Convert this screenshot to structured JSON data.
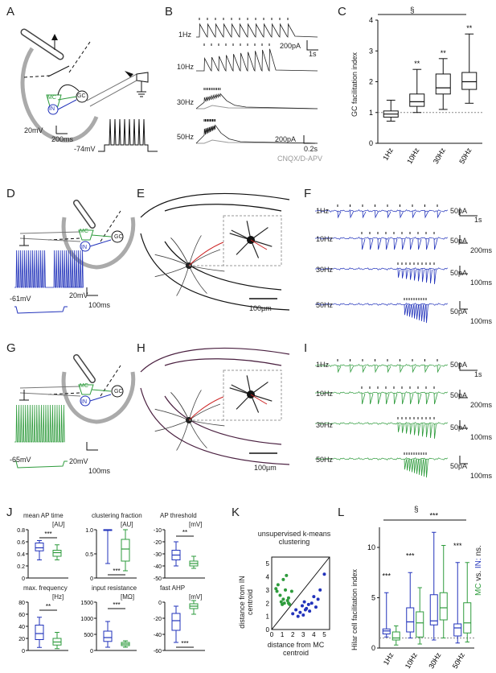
{
  "panels": {
    "A": "A",
    "B": "B",
    "C": "C",
    "D": "D",
    "E": "E",
    "F": "F",
    "G": "G",
    "H": "H",
    "I": "I",
    "J": "J",
    "K": "K",
    "L": "L"
  },
  "cells": {
    "mc": "MC",
    "in": "IN",
    "gc": "GC"
  },
  "colors": {
    "mc": "#2e9b3c",
    "in": "#2233bb",
    "trace": "#333333",
    "grey": "#999999",
    "slice": "#aaaaaa",
    "cell_morph": "#444444",
    "axon": "#cc2222",
    "outline_black": "#111111",
    "outline_purple": "#4a2040"
  },
  "panel_A": {
    "scale": "20mV",
    "time": "200ms",
    "vm": "-74mV"
  },
  "panel_B": {
    "freqs": [
      "1Hz",
      "10Hz",
      "30Hz",
      "50Hz"
    ],
    "scale_top_amp": "200pA",
    "scale_top_time": "1s",
    "scale_bot_amp": "200pA",
    "scale_bot_time": "0.2s",
    "drug": "CNQX/D-APV"
  },
  "panel_D": {
    "vm": "-61mV",
    "scale": "20mV",
    "time": "100ms"
  },
  "panel_E": {
    "scale": "100µm"
  },
  "panel_F": {
    "freqs": [
      "1Hz",
      "10Hz",
      "30Hz",
      "50Hz"
    ],
    "scales": [
      [
        "50pA",
        "1s"
      ],
      [
        "50pA",
        "200ms"
      ],
      [
        "50pA",
        "100ms"
      ],
      [
        "50pA",
        "100ms"
      ]
    ]
  },
  "panel_G": {
    "vm": "-65mV",
    "scale": "20mV",
    "time": "100ms"
  },
  "panel_H": {
    "scale": "100µm"
  },
  "panel_I": {
    "freqs": [
      "1Hz",
      "10Hz",
      "30Hz",
      "50Hz"
    ],
    "scales": [
      [
        "50pA",
        "1s"
      ],
      [
        "50pA",
        "200ms"
      ],
      [
        "50pA",
        "100ms"
      ],
      [
        "50pA",
        "100ms"
      ]
    ]
  },
  "panel_J": {
    "plots": [
      {
        "title": "mean AP time",
        "unit": "[AU]",
        "ticks": [
          "0.8",
          "0.6",
          "0.4",
          "0.2",
          "0"
        ],
        "sig": "***"
      },
      {
        "title": "clustering fraction",
        "unit": "[AU]",
        "ticks": [
          "1.0",
          "0.5",
          "0"
        ],
        "sig": "***"
      },
      {
        "title": "AP threshold",
        "unit": "[mV]",
        "ticks": [
          "-10",
          "-20",
          "-30",
          "-40",
          "-50"
        ],
        "sig": "**"
      },
      {
        "title": "max. frequency",
        "unit": "[Hz]",
        "ticks": [
          "80",
          "60",
          "40",
          "20",
          "0"
        ],
        "sig": "**"
      },
      {
        "title": "input resistance",
        "unit": "[MΩ]",
        "ticks": [
          "1500",
          "1000",
          "500",
          "0"
        ],
        "sig": "***"
      },
      {
        "title": "fast AHP",
        "unit": "[mV]",
        "ticks": [
          "0",
          "-20",
          "-40",
          "-60"
        ],
        "sig": "***"
      }
    ]
  },
  "chart_data": [
    {
      "type": "box",
      "title": "",
      "ylabel": "GC facilitation index",
      "categories": [
        "1Hz",
        "10Hz",
        "30Hz",
        "50Hz"
      ],
      "ylim": [
        0,
        4
      ],
      "yticks": [
        "0",
        "1",
        "2",
        "3",
        "4"
      ],
      "boxes": [
        {
          "min": 0.72,
          "q1": 0.85,
          "median": 0.95,
          "q3": 1.05,
          "max": 1.4
        },
        {
          "min": 1.0,
          "q1": 1.2,
          "median": 1.35,
          "q3": 1.6,
          "max": 2.4
        },
        {
          "min": 1.1,
          "q1": 1.6,
          "median": 1.8,
          "q3": 2.25,
          "max": 2.75
        },
        {
          "min": 1.3,
          "q1": 1.75,
          "median": 2.0,
          "q3": 2.3,
          "max": 3.55
        }
      ],
      "annotations": [
        "",
        "**",
        "**",
        "**"
      ],
      "top_marker": "§"
    },
    {
      "type": "scatter",
      "title": "unsupervised k-means clustering",
      "xlabel": "distance from MC centroid",
      "ylabel": "distance from IN centroid",
      "xlim": [
        0,
        5.5
      ],
      "ylim": [
        0,
        5.5
      ],
      "xticks": [
        "0",
        "1",
        "2",
        "3",
        "4",
        "5"
      ],
      "yticks": [
        "0",
        "1",
        "2",
        "3",
        "4",
        "5"
      ],
      "series": [
        {
          "name": "MC",
          "points": [
            [
              0.4,
              3.1
            ],
            [
              0.5,
              2.9
            ],
            [
              0.6,
              3.4
            ],
            [
              0.8,
              2.6
            ],
            [
              0.9,
              2.1
            ],
            [
              1.0,
              1.9
            ],
            [
              1.1,
              2.3
            ],
            [
              1.1,
              3.8
            ],
            [
              1.2,
              2.0
            ],
            [
              1.3,
              3.0
            ],
            [
              1.4,
              4.1
            ],
            [
              1.5,
              2.2
            ],
            [
              1.6,
              2.0
            ],
            [
              1.7,
              1.9
            ],
            [
              1.9,
              2.9
            ],
            [
              1.6,
              2.4
            ]
          ]
        },
        {
          "name": "IN",
          "points": [
            [
              2.0,
              1.2
            ],
            [
              2.3,
              1.5
            ],
            [
              2.5,
              1.0
            ],
            [
              2.7,
              1.3
            ],
            [
              2.9,
              1.8
            ],
            [
              3.0,
              1.1
            ],
            [
              3.1,
              2.1
            ],
            [
              3.3,
              1.6
            ],
            [
              3.5,
              1.9
            ],
            [
              3.6,
              1.4
            ],
            [
              3.8,
              2.0
            ],
            [
              4.0,
              2.5
            ],
            [
              4.2,
              1.7
            ],
            [
              4.4,
              2.3
            ],
            [
              4.6,
              3.0
            ],
            [
              5.0,
              4.2
            ],
            [
              3.2,
              1.5
            ]
          ]
        }
      ]
    },
    {
      "type": "box",
      "title": "",
      "ylabel": "Hilar cell facilitation index",
      "categories": [
        "1Hz",
        "10Hz",
        "30Hz",
        "50Hz"
      ],
      "ylim": [
        0,
        12
      ],
      "yticks": [
        "0",
        "5",
        "10"
      ],
      "series": [
        {
          "name": "IN",
          "boxes": [
            {
              "min": 1.1,
              "q1": 1.4,
              "median": 1.7,
              "q3": 1.9,
              "max": 5.5
            },
            {
              "min": 1.0,
              "q1": 1.6,
              "median": 2.6,
              "q3": 4.0,
              "max": 7.5
            },
            {
              "min": 0.8,
              "q1": 2.3,
              "median": 2.7,
              "q3": 5.3,
              "max": 11.5
            },
            {
              "min": 0.5,
              "q1": 1.2,
              "median": 2.0,
              "q3": 2.4,
              "max": 8.5
            }
          ]
        },
        {
          "name": "MC",
          "boxes": [
            {
              "min": 0.3,
              "q1": 0.8,
              "median": 1.0,
              "q3": 1.6,
              "max": 2.2
            },
            {
              "min": 0.4,
              "q1": 1.1,
              "median": 2.5,
              "q3": 3.6,
              "max": 6.0
            },
            {
              "min": 1.0,
              "q1": 2.8,
              "median": 4.0,
              "q3": 5.5,
              "max": 10.2
            },
            {
              "min": 0.6,
              "q1": 1.5,
              "median": 2.5,
              "q3": 4.5,
              "max": 8.5
            }
          ]
        }
      ],
      "annotations": [
        "***",
        "***",
        "***",
        "***"
      ],
      "top_marker": "§",
      "legend": {
        "mc": "MC",
        "vs": "vs.",
        "in": "IN:",
        "ns": "ns."
      }
    }
  ],
  "box_J": [
    {
      "ylim": [
        0,
        0.8
      ],
      "in": {
        "min": 0.3,
        "q1": 0.45,
        "median": 0.5,
        "q3": 0.58,
        "max": 0.62
      },
      "mc": {
        "min": 0.3,
        "q1": 0.36,
        "median": 0.42,
        "q3": 0.46,
        "max": 0.55
      }
    },
    {
      "ylim": [
        0,
        1.0
      ],
      "in": {
        "min": 0.3,
        "q1": 1.0,
        "median": 1.0,
        "q3": 1.0,
        "max": 1.0
      },
      "mc": {
        "min": 0.15,
        "q1": 0.35,
        "median": 0.6,
        "q3": 0.8,
        "max": 1.0
      }
    },
    {
      "ylim": [
        -50,
        -10
      ],
      "in": {
        "min": -40,
        "q1": -35,
        "median": -31,
        "q3": -27,
        "max": -20
      },
      "mc": {
        "min": -42,
        "q1": -40,
        "median": -38,
        "q3": -36,
        "max": -32
      }
    },
    {
      "ylim": [
        0,
        80
      ],
      "in": {
        "min": 5,
        "q1": 18,
        "median": 28,
        "q3": 42,
        "max": 55
      },
      "mc": {
        "min": 3,
        "q1": 9,
        "median": 14,
        "q3": 20,
        "max": 30
      }
    },
    {
      "ylim": [
        0,
        1500
      ],
      "in": {
        "min": 100,
        "q1": 280,
        "median": 400,
        "q3": 600,
        "max": 900
      },
      "mc": {
        "min": 100,
        "q1": 150,
        "median": 200,
        "q3": 250,
        "max": 300
      }
    },
    {
      "ylim": [
        -60,
        0
      ],
      "in": {
        "min": -50,
        "q1": -35,
        "median": -23,
        "q3": -14,
        "max": -5
      },
      "mc": {
        "min": -15,
        "q1": -8,
        "median": -5,
        "q3": -2,
        "max": 2
      }
    }
  ]
}
